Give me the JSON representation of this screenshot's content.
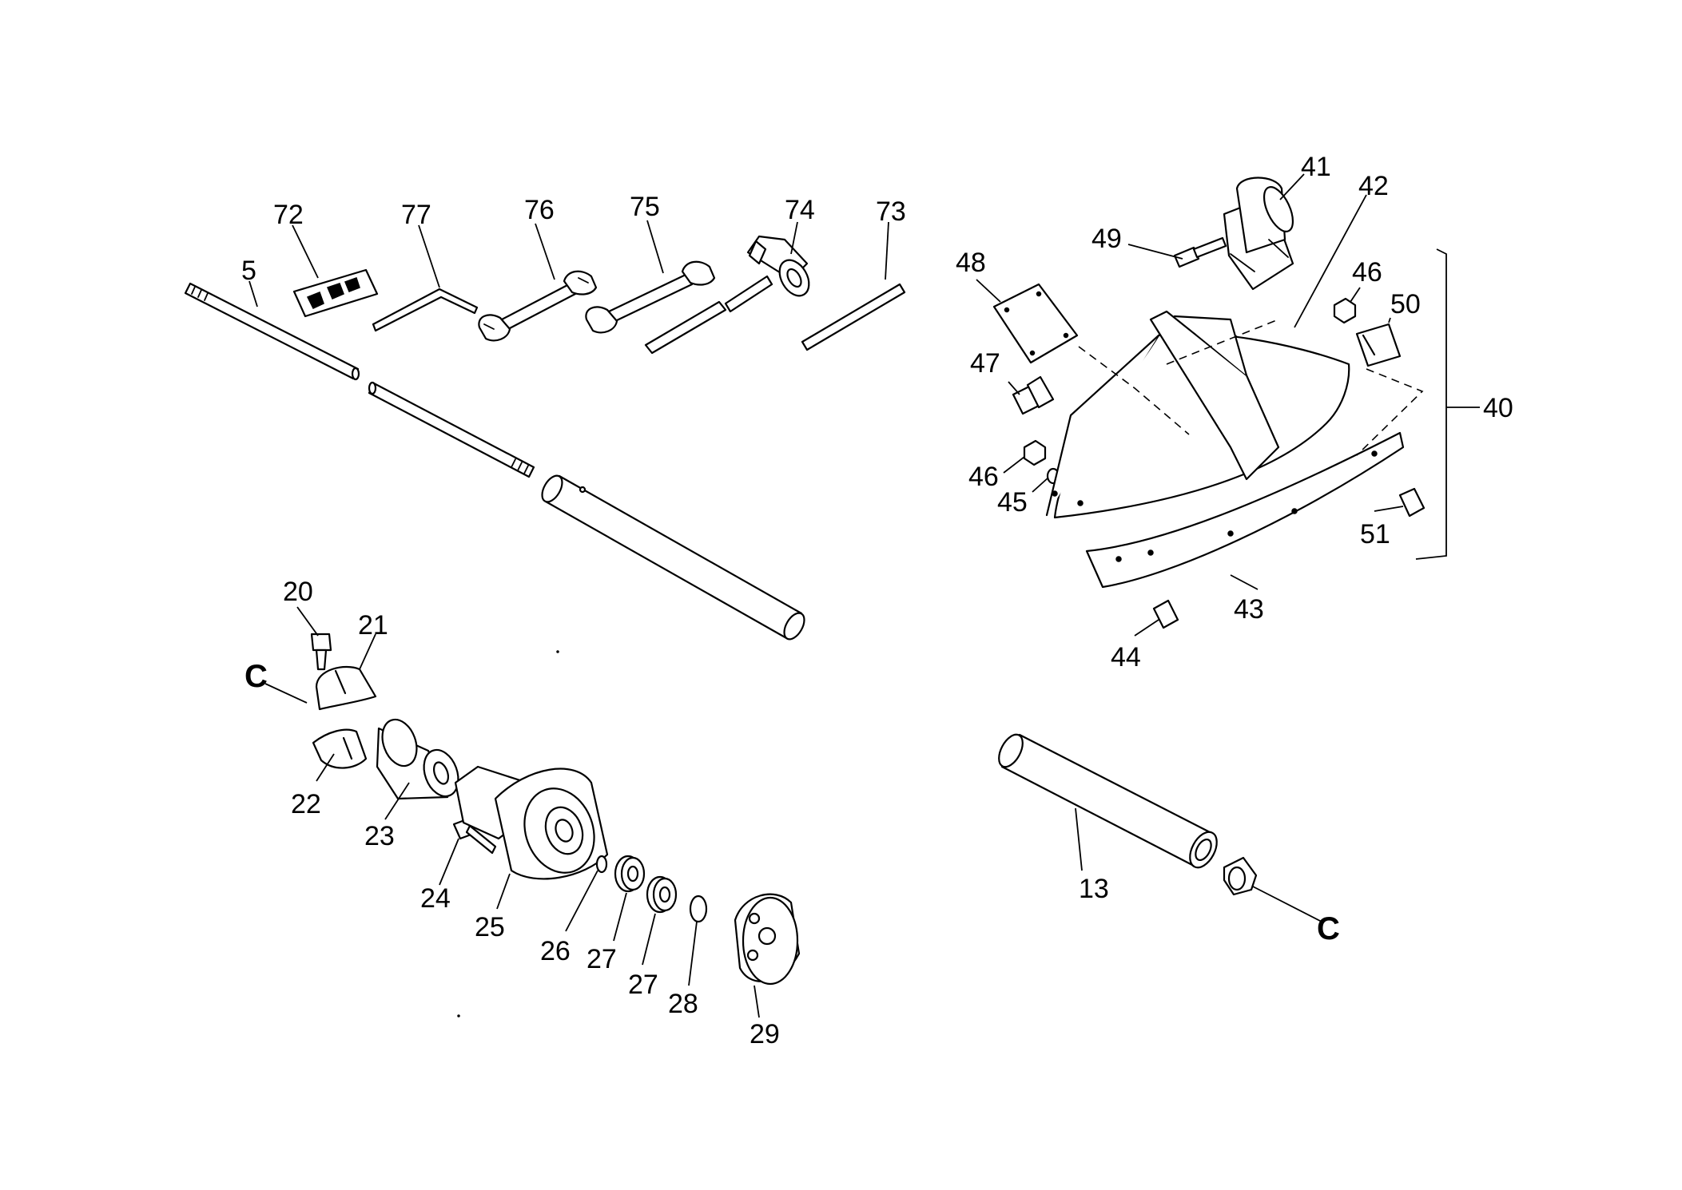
{
  "labels": {
    "p5": "5",
    "p72": "72",
    "p77": "77",
    "p76": "76",
    "p75": "75",
    "p74": "74",
    "p73": "73",
    "p41": "41",
    "p42": "42",
    "p49": "49",
    "p48": "48",
    "p46a": "46",
    "p50": "50",
    "p47": "47",
    "p40": "40",
    "p46b": "46",
    "p45": "45",
    "p51": "51",
    "p43": "43",
    "p44": "44",
    "p20": "20",
    "p21": "21",
    "c_left": "C",
    "p22": "22",
    "p23": "23",
    "p24": "24",
    "p25": "25",
    "p26": "26",
    "p27a": "27",
    "p27b": "27",
    "p28": "28",
    "p29": "29",
    "p13": "13",
    "c_right": "C"
  }
}
